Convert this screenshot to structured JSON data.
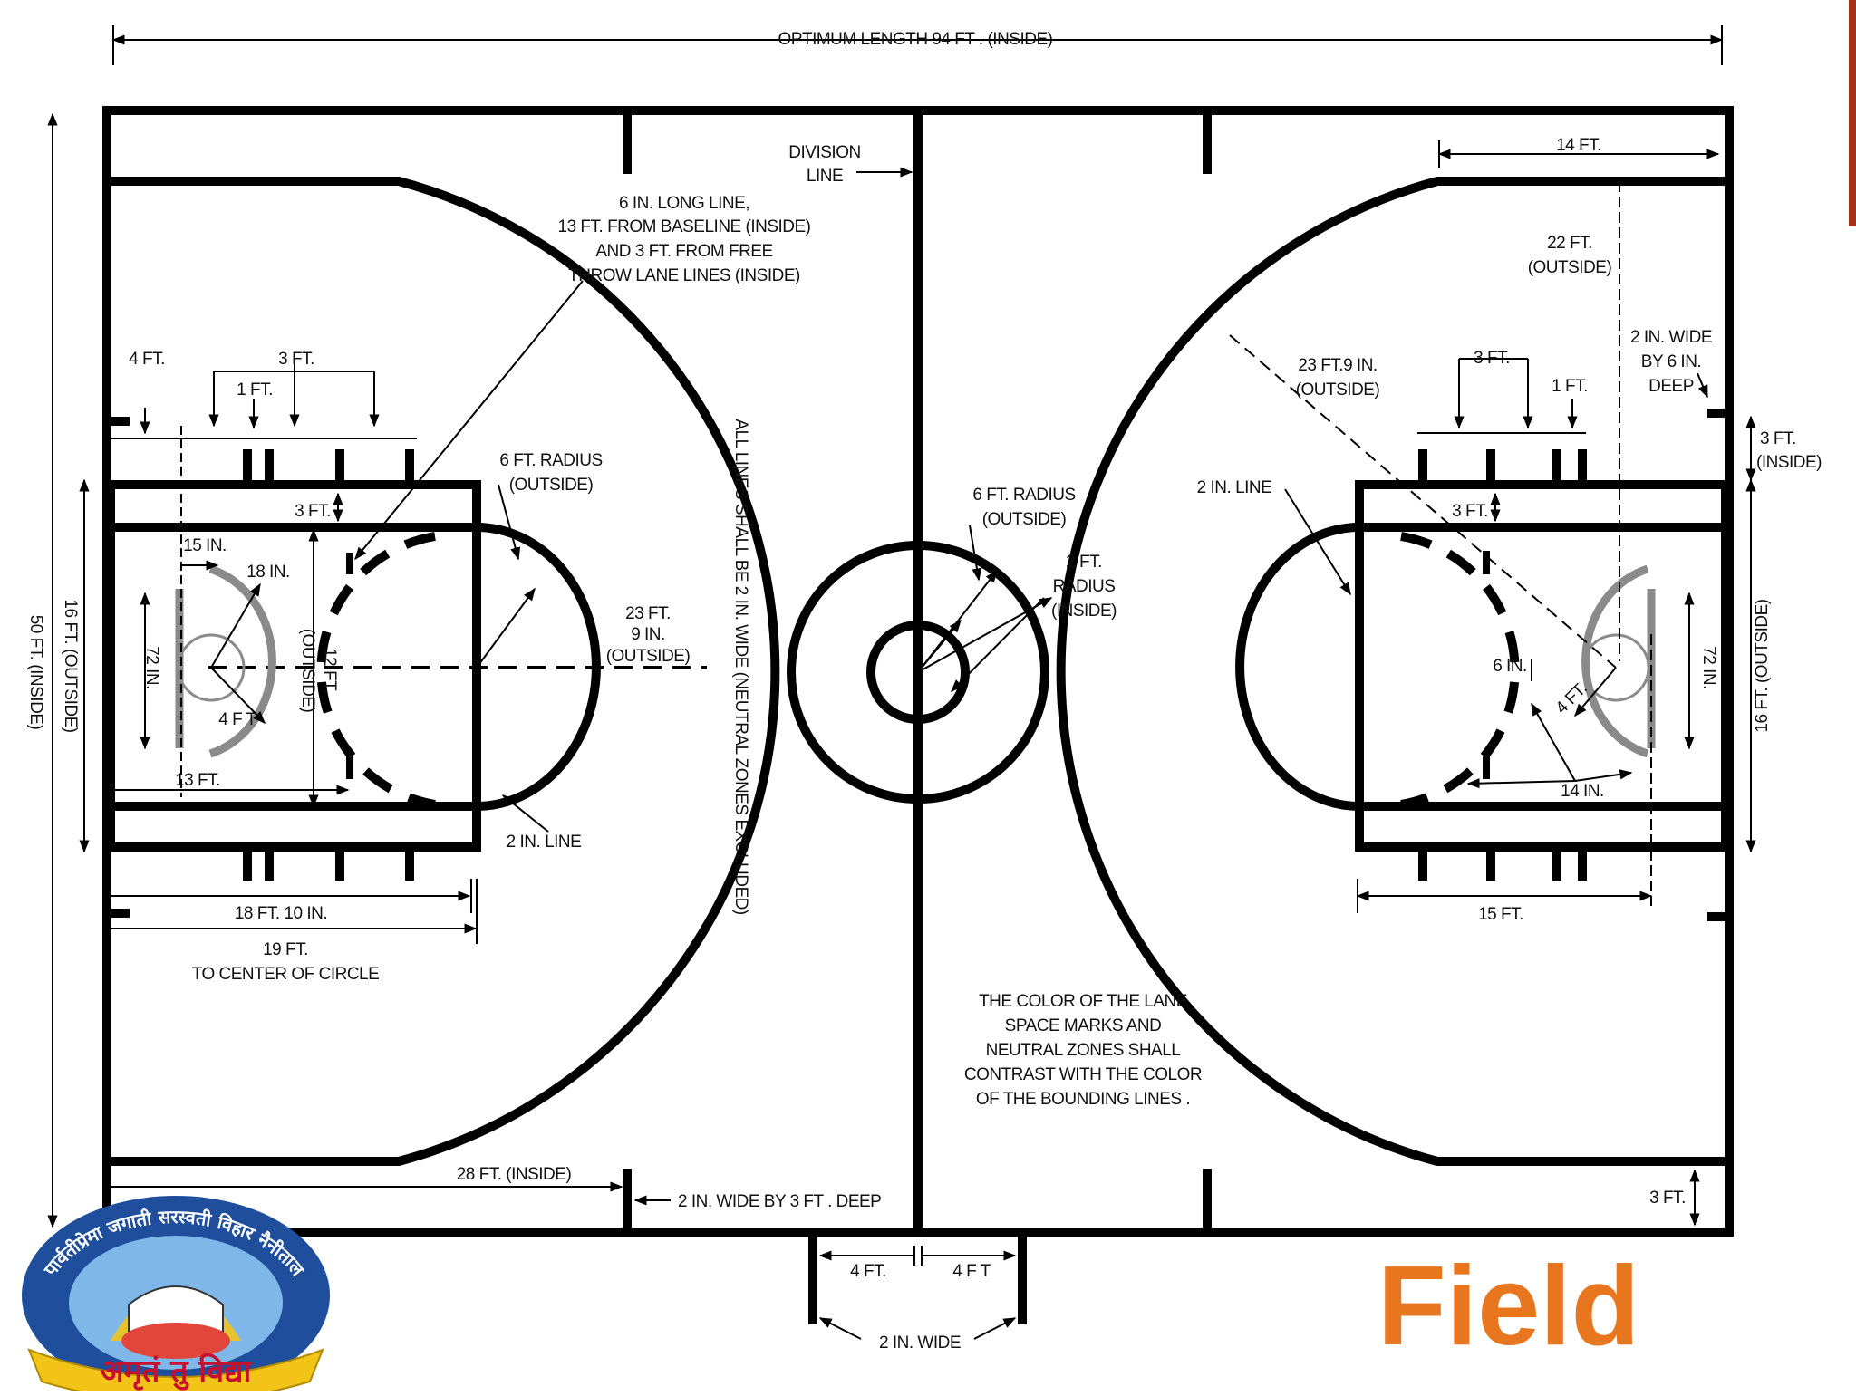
{
  "labels": {
    "optimum_length": "OPTIMUM LENGTH 94 FT . (INSIDE)",
    "width_total": "50 FT. (INSIDE)",
    "division_line_1": "DIVISION",
    "division_line_2": "LINE",
    "long_line_1": "6 IN.  LONG LINE,",
    "long_line_2": "13 FT. FROM BASELINE (INSIDE)",
    "long_line_3": "AND 3 FT. FROM FREE",
    "long_line_4": "THROW LANE LINES (INSIDE)",
    "all_lines": "ALL LINES SHALL BE 2 IN.     WIDE (NEUTRAL ZONES EXCLUDED)",
    "left_4ft": "4 FT.",
    "left_3ft": "3 FT.",
    "left_1ft": "1 FT.",
    "left_6ft_radius_1": "6 FT. RADIUS",
    "left_6ft_radius_2": "(OUTSIDE)",
    "left_3ft_b": "3 FT.",
    "left_15in": "15 IN.",
    "left_18in": "18 IN.",
    "left_72in": "72 IN.",
    "left_4ft_b": "4 F T",
    "left_12ft_1": "12 FT.",
    "left_12ft_2": "(OUTSIDE)",
    "left_23ft_1": "23 FT.",
    "left_23ft_2": "9 IN.",
    "left_23ft_3": "(OUTSIDE)",
    "left_16ft": "16 FT. (OUTSIDE)",
    "left_13ft": "13 FT.",
    "left_2in_line": "2 IN.  LINE",
    "left_18ft10in": "18 FT. 10 IN.",
    "left_19ft_1": "19 FT.",
    "left_19ft_2": "TO CENTER OF CIRCLE",
    "left_28ft": "28 FT. (INSIDE)",
    "wide_3ft": "2 IN.  WIDE BY 3 FT . DEEP",
    "center_6ft_1": "6 FT. RADIUS",
    "center_6ft_2": "(OUTSIDE)",
    "center_2ft_1": "2 FT.",
    "center_2ft_2": "RADIUS",
    "center_2ft_3": "(INSIDE)",
    "color_note_1": "THE COLOR OF   THE LANE",
    "color_note_2": "SPACE MARKS AND",
    "color_note_3": "NEUTRAL ZONES SHALL",
    "color_note_4": "CONTRAST WITH   THE  COLOR",
    "color_note_5": "OF THE BOUNDING LINES   .",
    "bottom_4ft_l": "4 FT.",
    "bottom_4ft_r": "4 F T",
    "bottom_2in_wide": "2 IN.  WIDE",
    "right_14ft": "14 FT.",
    "right_22ft_1": "22 FT.",
    "right_22ft_2": "(OUTSIDE)",
    "right_2in_wide_1": "2 IN.  WIDE",
    "right_2in_wide_2": "BY 6 IN.",
    "right_2in_wide_3": "DEEP",
    "right_23ft_1": "23 FT.9  IN.",
    "right_23ft_2": "(OUTSIDE)",
    "right_3ft": "3 FT.",
    "right_1ft": "1 FT.",
    "right_3ft_inside_1": "3 FT.",
    "right_3ft_inside_2": "(INSIDE)",
    "right_2in_line": "2 IN.  LINE",
    "right_3ft_b": "3 FT.",
    "right_6in": "6 IN.",
    "right_4ft": "4 FT.",
    "right_72in": "72 IN.",
    "right_16ft": "16 FT. (OUTSIDE)",
    "right_14in": "14 IN.",
    "right_15ft": "15 FT.",
    "right_3ft_c": "3 FT."
  },
  "title": "Field",
  "logo": {
    "arc_text": "पार्वतीप्रेमा जगाती सरस्वती विहार नैनीताल",
    "motto": "अमृतं तु विद्या"
  },
  "colors": {
    "title": "#E8761E",
    "accent_bar": "#A5301C",
    "logo_ring": "#1E4E9C",
    "logo_ribbon": "#F2C418",
    "logo_motto": "#C8102E"
  }
}
